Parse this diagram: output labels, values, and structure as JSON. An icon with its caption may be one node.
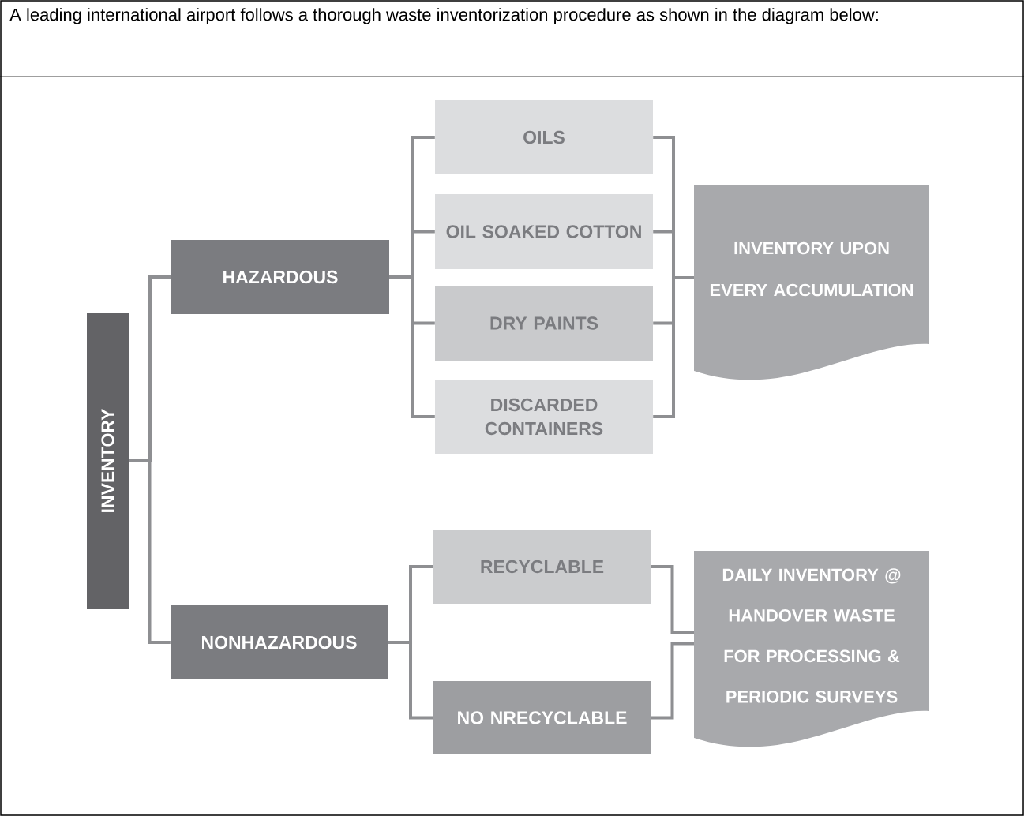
{
  "diagram": {
    "title": "A leading international airport follows a thorough waste inventorization procedure as shown in the diagram below:",
    "nodes": [
      {
        "text": [
          "INVENTORY"
        ]
      },
      {
        "text": [
          "HAZARDOUS"
        ]
      },
      {
        "text": [
          "NONHAZARDOUS"
        ]
      },
      {
        "text": [
          "OILS"
        ]
      },
      {
        "text": [
          "OIL SOAKED COTTON"
        ]
      },
      {
        "text": [
          "DRY PAINTS"
        ]
      },
      {
        "text": [
          "DISCARDED CONTAINERS"
        ]
      },
      {
        "text": [
          "INVENTORY UPON EVERY ACCUMULATION"
        ]
      },
      {
        "text": [
          "RECYCLABLE"
        ]
      },
      {
        "text": [
          "NO NRECYCLABLE"
        ]
      },
      {
        "text": [
          "DAILY INVENTORY @ HANDOVER WASTE FOR PROCESSING & PERIODIC SURVEYS"
        ]
      }
    ],
    "edges": [
      {
        "from": 0,
        "to": 1,
        "arrow": "none"
      },
      {
        "from": 0,
        "to": 2,
        "arrow": "none"
      },
      {
        "from": 1,
        "to": 3,
        "arrow": "none"
      },
      {
        "from": 1,
        "to": 4,
        "arrow": "none"
      },
      {
        "from": 1,
        "to": 5,
        "arrow": "none"
      },
      {
        "from": 1,
        "to": 6,
        "arrow": "none"
      },
      {
        "from": 3,
        "to": 7,
        "arrow": "none"
      },
      {
        "from": 4,
        "to": 7,
        "arrow": "none"
      },
      {
        "from": 5,
        "to": 7,
        "arrow": "none"
      },
      {
        "from": 6,
        "to": 7,
        "arrow": "none"
      },
      {
        "from": 2,
        "to": 8,
        "arrow": "none"
      },
      {
        "from": 2,
        "to": 9,
        "arrow": "none"
      },
      {
        "from": 8,
        "to": 10,
        "arrow": "none"
      },
      {
        "from": 9,
        "to": 10,
        "arrow": "none"
      }
    ]
  }
}
